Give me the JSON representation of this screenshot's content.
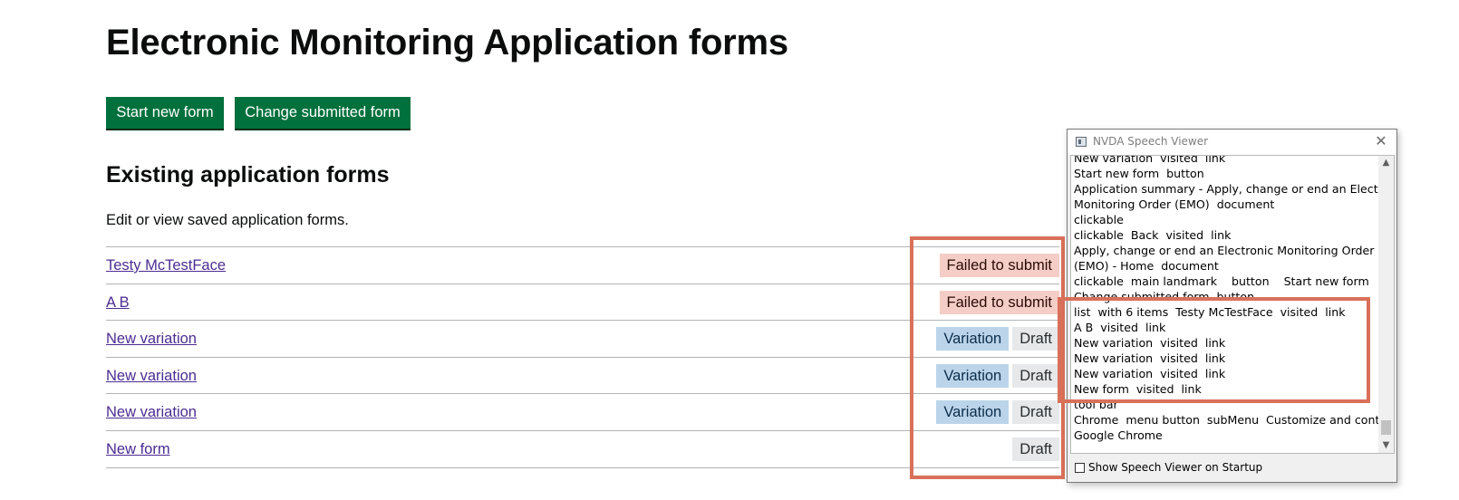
{
  "page": {
    "title": "Electronic Monitoring Application forms",
    "buttons": {
      "start_new": "Start new form",
      "change_submitted": "Change submitted form"
    },
    "section_title": "Existing application forms",
    "lead": "Edit or view saved application forms."
  },
  "forms": [
    {
      "name": "Testy McTestFace",
      "tags": [
        {
          "label": "Failed to submit",
          "kind": "failed"
        }
      ]
    },
    {
      "name": "A B",
      "tags": [
        {
          "label": "Failed to submit",
          "kind": "failed"
        }
      ]
    },
    {
      "name": "New variation",
      "tags": [
        {
          "label": "Variation",
          "kind": "variation"
        },
        {
          "label": "Draft",
          "kind": "draft"
        }
      ]
    },
    {
      "name": "New variation",
      "tags": [
        {
          "label": "Variation",
          "kind": "variation"
        },
        {
          "label": "Draft",
          "kind": "draft"
        }
      ]
    },
    {
      "name": "New variation",
      "tags": [
        {
          "label": "Variation",
          "kind": "variation"
        },
        {
          "label": "Draft",
          "kind": "draft"
        }
      ]
    },
    {
      "name": "New form",
      "tags": [
        {
          "label": "Draft",
          "kind": "draft"
        }
      ]
    }
  ],
  "speech_viewer": {
    "title": "NVDA Speech Viewer",
    "close_glyph": "✕",
    "lines": [
      "New variation  visited  link",
      "Start new form  button",
      "Application summary - Apply, change or end an Electronic",
      "Monitoring Order (EMO)  document",
      "clickable",
      "clickable  Back  visited  link",
      "Apply, change or end an Electronic Monitoring Order",
      "(EMO) - Home  document",
      "clickable  main landmark    button    Start new form",
      "Change submitted form  button",
      "list  with 6 items  Testy McTestFace  visited  link",
      "A B  visited  link",
      "New variation  visited  link",
      "New variation  visited  link",
      "New variation  visited  link",
      "New form  visited  link",
      "tool bar",
      "Chrome  menu button  subMenu  Customize and control",
      "Google Chrome"
    ],
    "checkbox_label": "Show Speech Viewer on Startup",
    "checkbox_checked": false
  },
  "colors": {
    "button_green": "#00703c",
    "link_visited": "#4c2c92",
    "highlight": "#d9705a"
  }
}
